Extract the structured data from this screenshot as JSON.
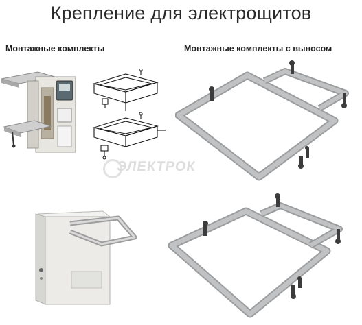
{
  "title": "Крепление для электрощитов",
  "subtitles": {
    "left": "Монтажные комплекты",
    "right": "Монтажные комплекты с выносом"
  },
  "watermark": "ЭЛЕКТРОК",
  "colors": {
    "frame_fill": "#b3b5b7",
    "frame_stroke": "#6e7072",
    "bolt": "#3c3c3c",
    "cabinet": "#e6e6e4",
    "line_drawing": "#1a1a1a"
  },
  "images": [
    "meter-box-with-brackets-photo",
    "bracket-line-drawings",
    "offset-frame-kit-upper",
    "cabinet-with-bracket-photo",
    "offset-frame-kit-lower"
  ]
}
